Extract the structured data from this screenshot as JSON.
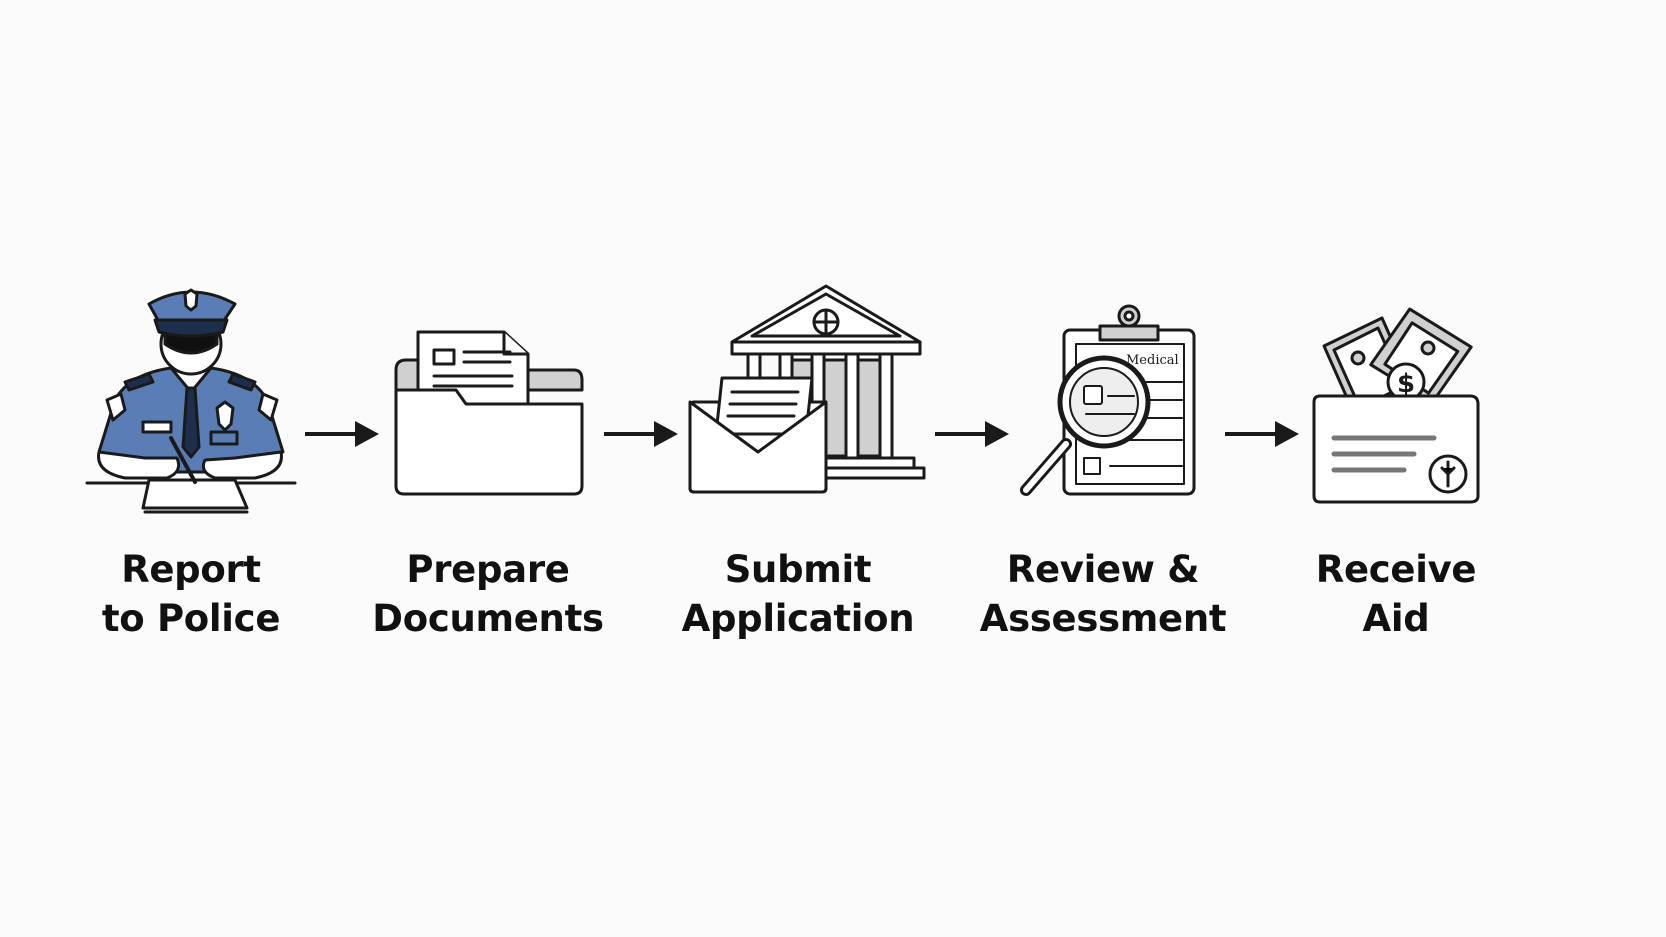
{
  "diagram": {
    "type": "process-flow",
    "steps": [
      {
        "icon": "police-officer-writing-report-icon",
        "label_line1": "Report",
        "label_line2": "to Police"
      },
      {
        "icon": "document-folder-icon",
        "label_line1": "Prepare",
        "label_line2": "Documents"
      },
      {
        "icon": "envelope-and-government-building-icon",
        "label_line1": "Submit",
        "label_line2": "Application"
      },
      {
        "icon": "magnifying-glass-on-medical-clipboard-icon",
        "label_line1": "Review &",
        "label_line2": "Assessment",
        "clipboard_text": "Medical"
      },
      {
        "icon": "money-in-wallet-icon",
        "label_line1": "Receive",
        "label_line2": "Aid"
      }
    ],
    "connector": "right-arrow-icon",
    "colors": {
      "uniform": "#5b7db5",
      "uniform_dark": "#1e2f4e",
      "line": "#1a1a1a",
      "fill_gray": "#d0d0d0",
      "background": "#fbfbfb"
    }
  }
}
